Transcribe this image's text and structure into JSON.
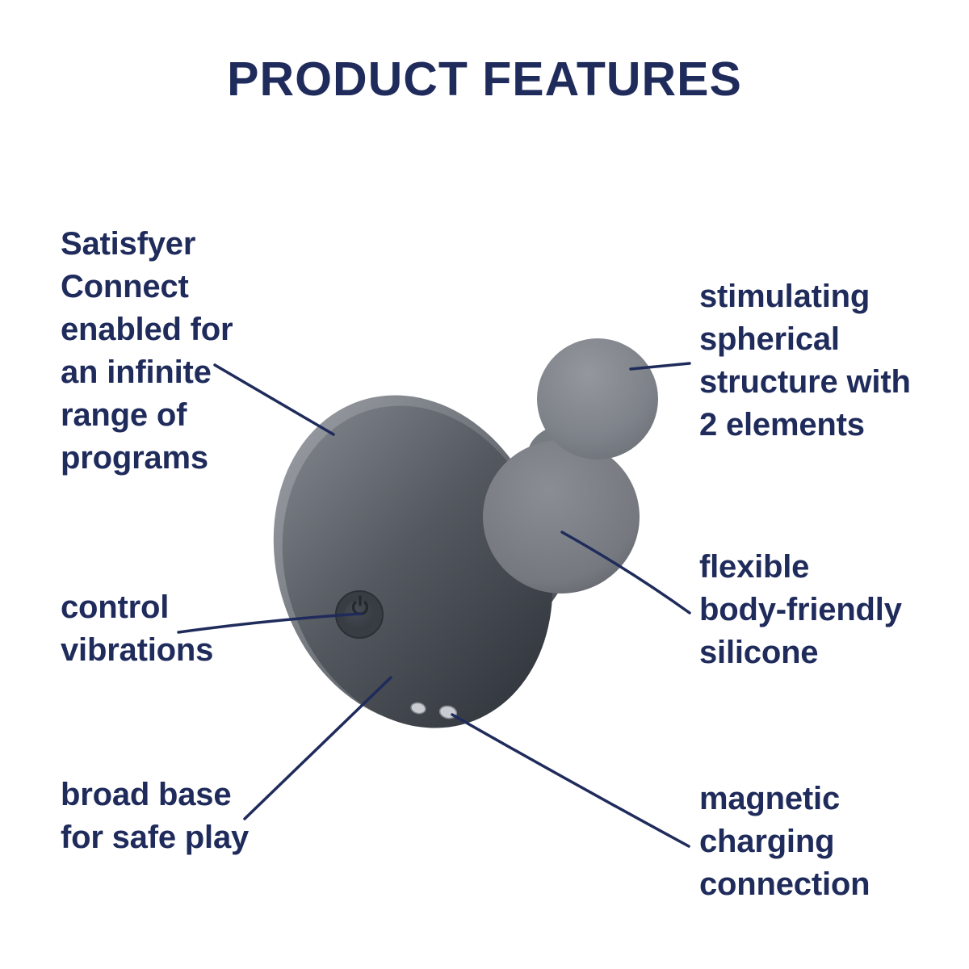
{
  "title": "PRODUCT FEATURES",
  "colors": {
    "navy": "#1f2b5b",
    "background": "#ffffff",
    "product_light": "#94979d",
    "product_mid": "#6b6f76",
    "product_dark": "#33373e",
    "product_rim": "#a0a4aa",
    "contact_silver": "#c9cdd2"
  },
  "labels": {
    "connect": "Satisfyer\nConnect\nenabled for\nan infinite\nrange of\nprograms",
    "stimulating": "stimulating\nspherical\nstructure with\n2 elements",
    "control": "control\nvibrations",
    "flexible": "flexible\nbody-friendly\nsilicone",
    "broad_base": "broad base\nfor safe play",
    "magnetic": "magnetic\ncharging\nconnection"
  }
}
